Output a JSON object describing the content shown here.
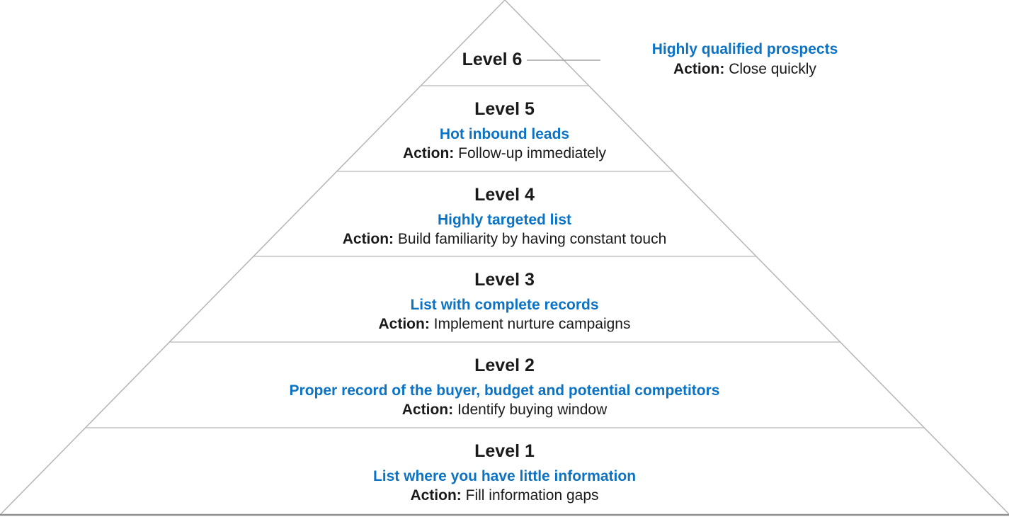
{
  "diagram": {
    "type": "pyramid",
    "levels_count": 6,
    "levels": [
      {
        "id": 6,
        "title": "Level 6",
        "subtitle": "Highly qualified prospects",
        "action_label": "Action:",
        "action_text": "Close quickly",
        "callout": true
      },
      {
        "id": 5,
        "title": "Level 5",
        "subtitle": "Hot inbound leads",
        "action_label": "Action:",
        "action_text": "Follow-up immediately",
        "callout": false
      },
      {
        "id": 4,
        "title": "Level 4",
        "subtitle": "Highly targeted list",
        "action_label": "Action:",
        "action_text": "Build familiarity by having constant touch",
        "callout": false
      },
      {
        "id": 3,
        "title": "Level 3",
        "subtitle": "List with complete records",
        "action_label": "Action:",
        "action_text": "Implement nurture campaigns",
        "callout": false
      },
      {
        "id": 2,
        "title": "Level 2",
        "subtitle": "Proper record of the buyer, budget and potential competitors",
        "action_label": "Action:",
        "action_text": "Identify buying window",
        "callout": false
      },
      {
        "id": 1,
        "title": "Level 1",
        "subtitle": "List where you have little information",
        "action_label": "Action:",
        "action_text": "Fill information gaps",
        "callout": false
      }
    ],
    "colors": {
      "accent_blue": "#0B72C4",
      "text_black": "#1a1a1a",
      "separator_gray": "#b8b8b8",
      "edge_gray": "#b5b5b5",
      "base_gray": "#8f8f8f",
      "background": "#ffffff"
    }
  }
}
